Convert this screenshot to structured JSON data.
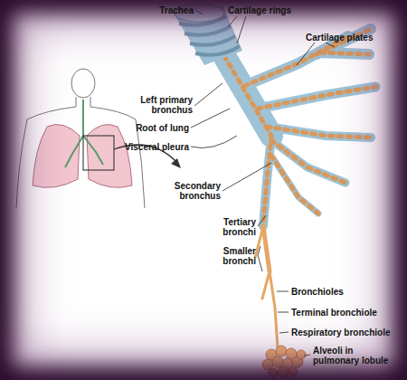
{
  "diagram": {
    "labels": [
      "Trachea",
      "Cartilage rings",
      "Cartilage plates",
      "Left primary bronchus",
      "Root of lung",
      "Visceral pleura",
      "Secondary bronchus",
      "Tertiary bronchi",
      "Smaller bronchi",
      "Bronchioles",
      "Terminal bronchiole",
      "Respiratory bronchiole",
      "Alveoli in pulmonary lobule"
    ]
  }
}
